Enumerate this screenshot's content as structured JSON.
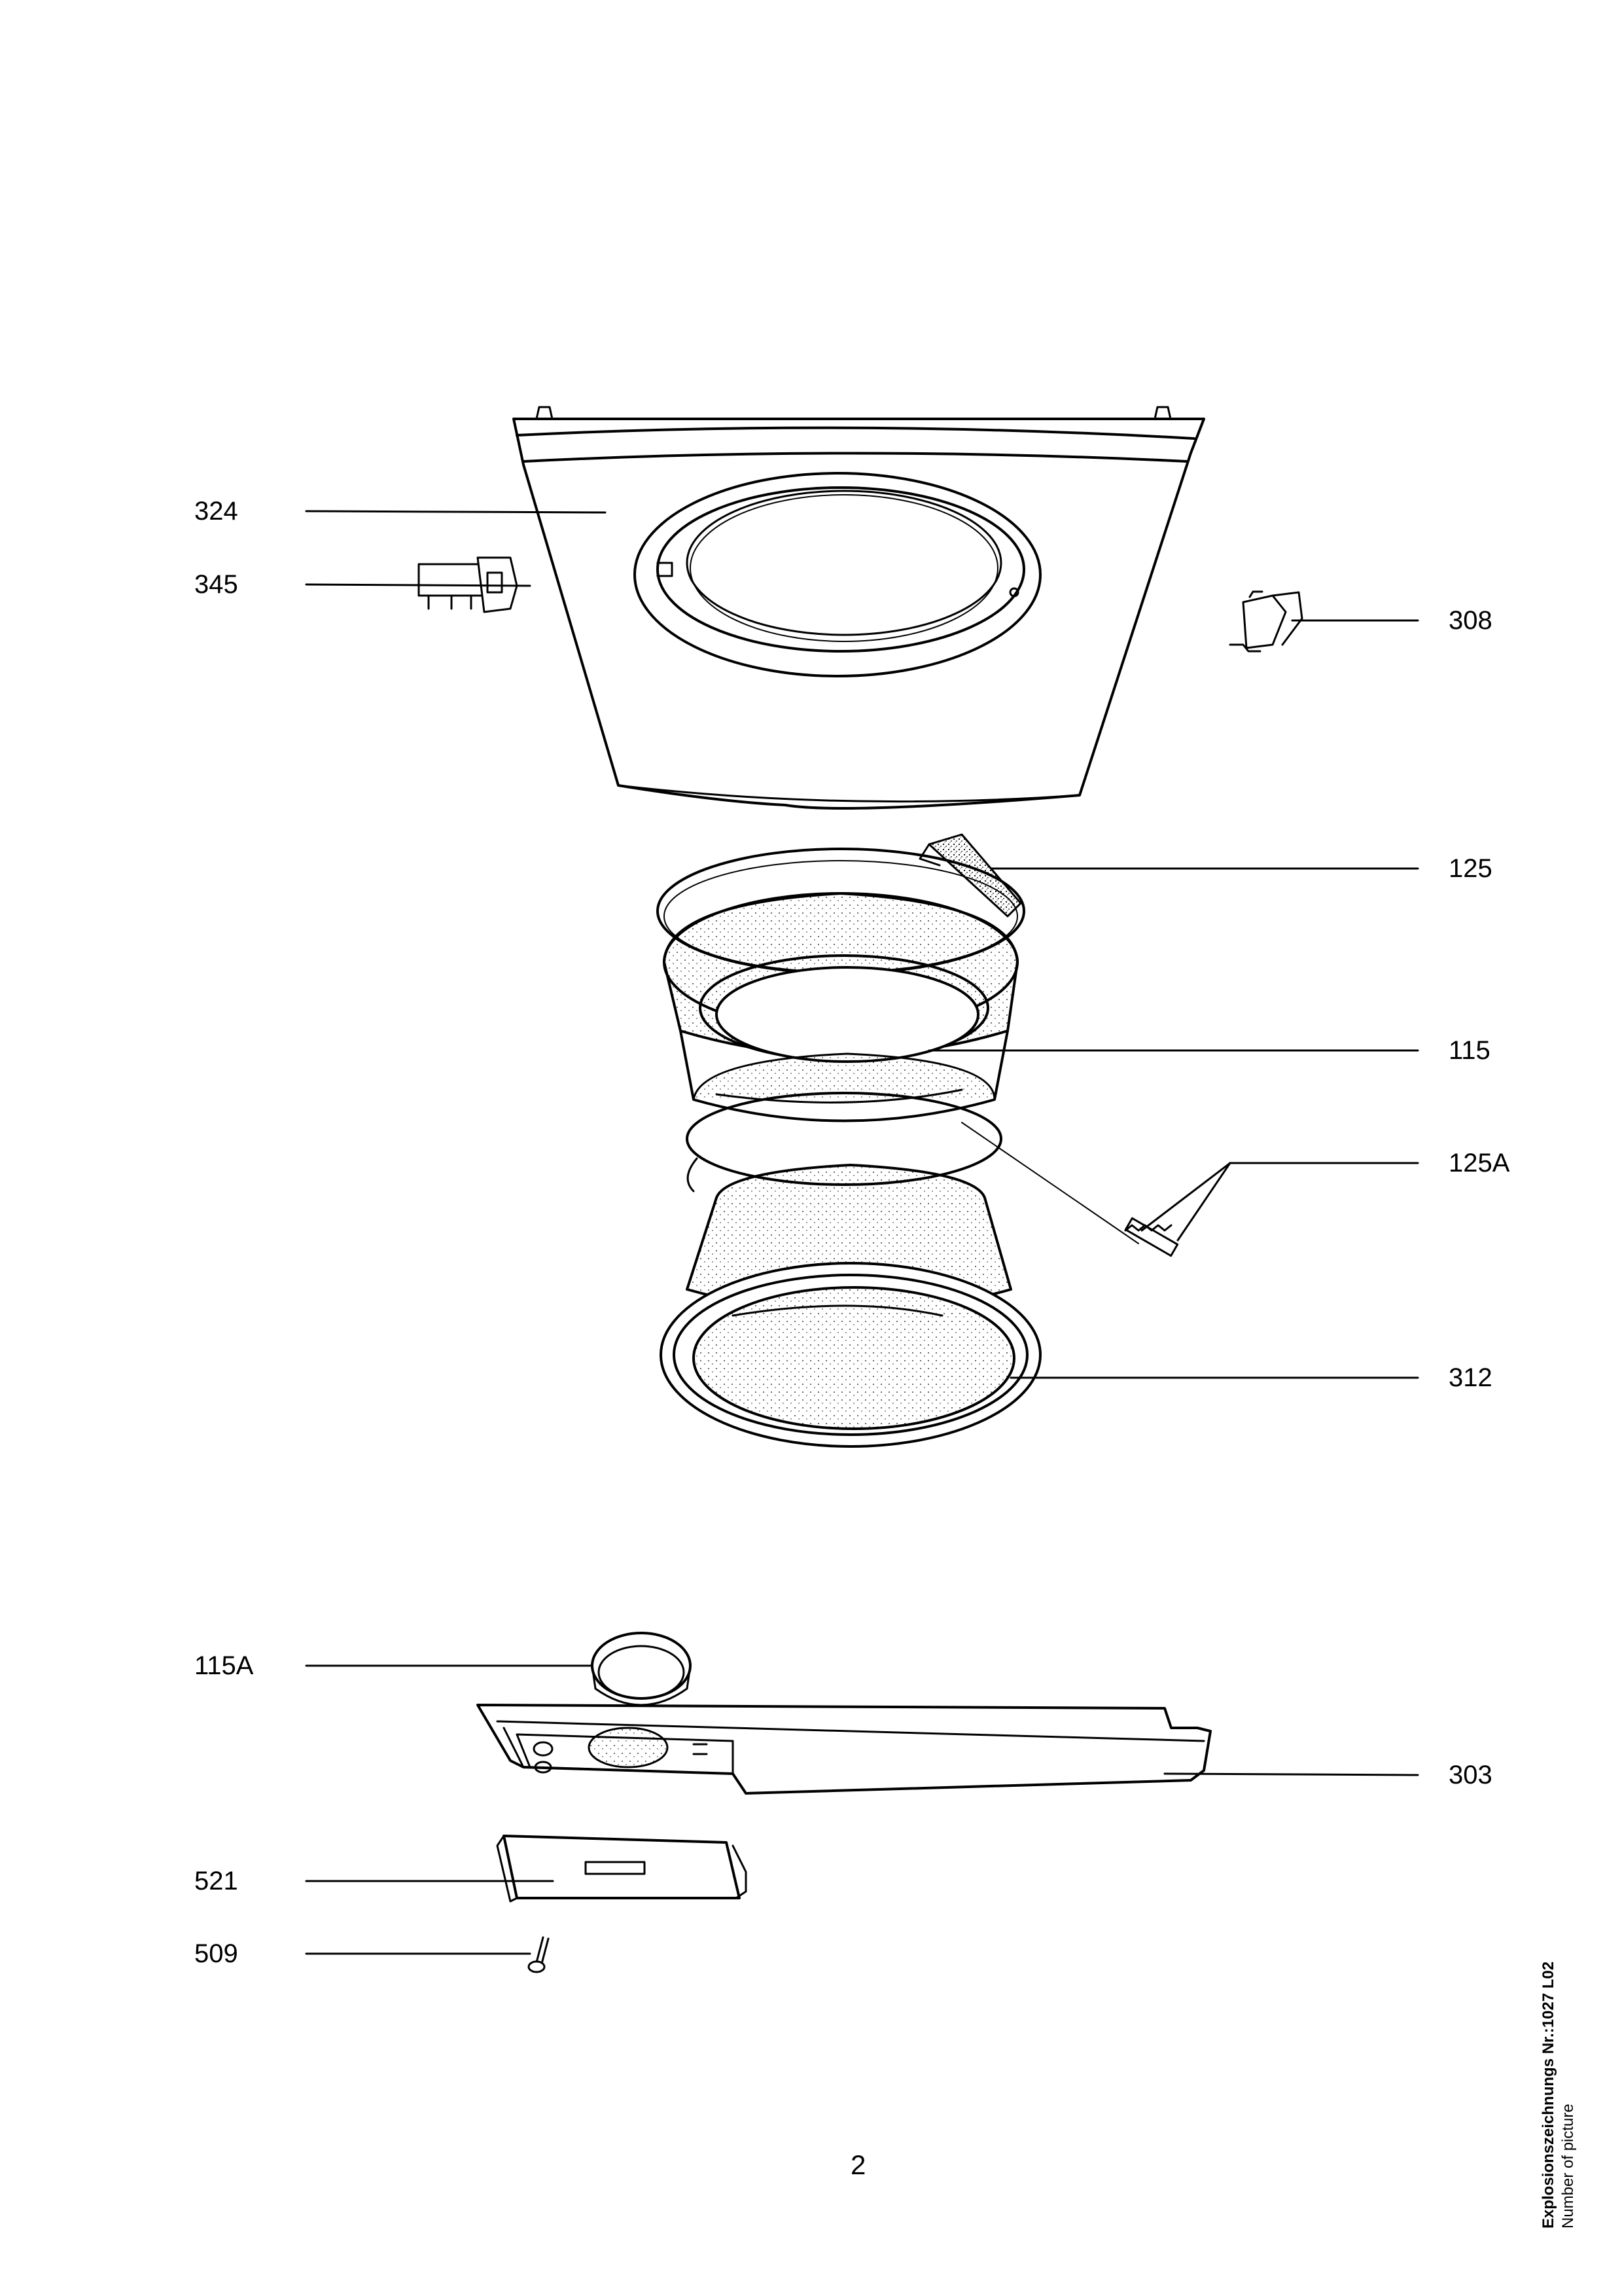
{
  "labels": {
    "p324": "324",
    "p345": "345",
    "p308": "308",
    "p125": "125",
    "p115": "115",
    "p125A": "125A",
    "p312": "312",
    "p115A": "115A",
    "p303": "303",
    "p521": "521",
    "p509": "509"
  },
  "page_number": "2",
  "side_info": {
    "title": "Explosionszeichnungs Nr.:1027 L02",
    "subtitle": "Number of picture"
  }
}
